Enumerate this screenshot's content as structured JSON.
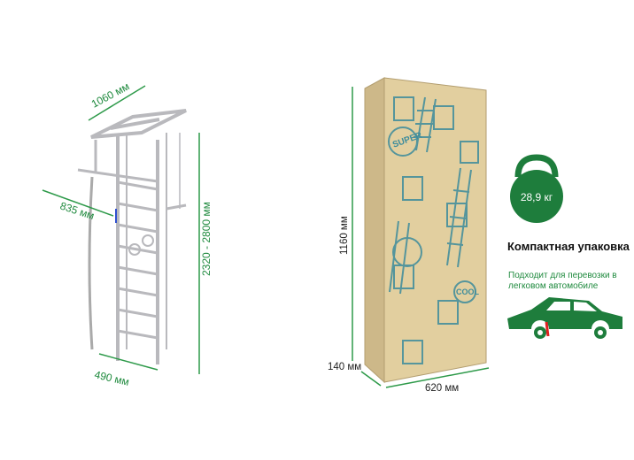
{
  "ladder": {
    "width_label": "1060 мм",
    "reach_label": "835 мм",
    "height_label": "2320 - 2800 мм",
    "base_label": "490 мм"
  },
  "box": {
    "height_label": "1160 мм",
    "depth_label": "140 мм",
    "width_label": "620 мм",
    "print_words": [
      "SUPER",
      "COOL"
    ]
  },
  "weight": {
    "label": "28,9 кг"
  },
  "package": {
    "title": "Компактная упаковка",
    "subtitle": "Подходит для перевозки в легковом автомобиле"
  },
  "colors": {
    "green": "#1e7d3c",
    "dimension": "#2e9a4a",
    "kraft": "#e2cf9f",
    "print": "#3d8c9c",
    "metal": "#c9c9cc"
  }
}
